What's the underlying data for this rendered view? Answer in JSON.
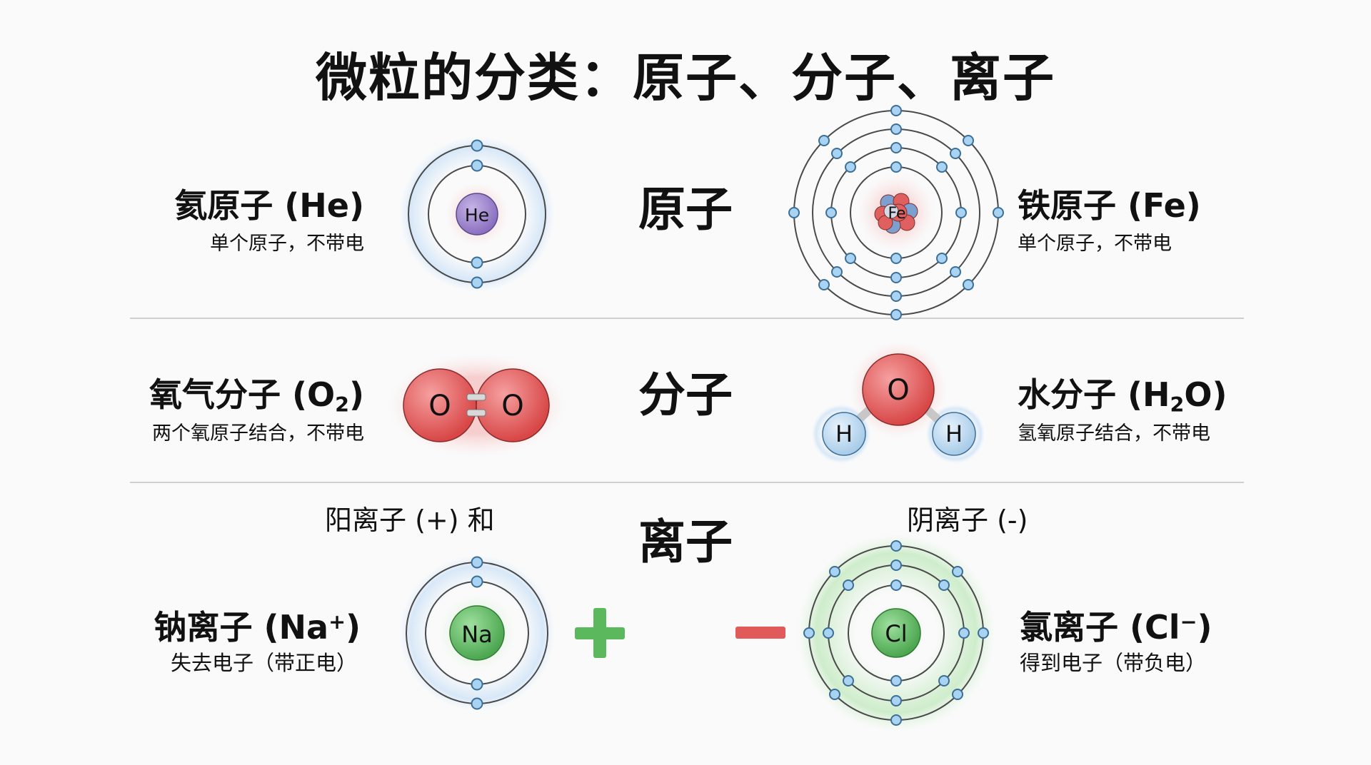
{
  "title": "微粒的分类：原子、分子、离子",
  "categories": {
    "atom": "原子",
    "molecule": "分子",
    "ion": "离子"
  },
  "atoms": {
    "he": {
      "name_pre": "氦原子 (He)",
      "desc": "单个原子，不带电",
      "symbol": "He"
    },
    "fe": {
      "name_pre": "铁原子 (Fe)",
      "desc": "单个原子，不带电",
      "symbol": "Fe"
    }
  },
  "molecules": {
    "o2": {
      "name_pre": "氧气分子 (O",
      "name_sub": "2",
      "name_post": ")",
      "desc": "两个氧原子结合，不带电",
      "atom_left": "O",
      "atom_right": "O"
    },
    "h2o": {
      "name_pre": "水分子 (H",
      "name_sub": "2",
      "name_post": "O)",
      "desc": "氢氧原子结合，不带电",
      "atom_o": "O",
      "atom_h1": "H",
      "atom_h2": "H"
    }
  },
  "ions": {
    "cation_heading": "阳离子 (+) 和",
    "anion_heading": "阴离子 (-)",
    "na": {
      "name_pre": "钠离子 (Na",
      "name_sup": "+",
      "name_post": ")",
      "desc": "失去电子（带正电）",
      "symbol": "Na"
    },
    "cl": {
      "name_pre": "氯离子 (Cl",
      "name_sup": "−",
      "name_post": ")",
      "desc": "得到电子（带负电）",
      "symbol": "Cl"
    }
  },
  "colors": {
    "electron": "#a9d3f2",
    "electron_stroke": "#3d6f96",
    "orbit": "#4a4a4a",
    "he_nucleus": "#9a82c9",
    "fe_proton": "#e06060",
    "fe_neutron": "#7ea0d0",
    "oxygen": "#e25a5a",
    "hydrogen": "#bcd9f0",
    "sodium": "#6cc070",
    "chlorine": "#6cc070",
    "plus_sign": "#5cb85c",
    "minus_sign": "#e05a5a"
  }
}
